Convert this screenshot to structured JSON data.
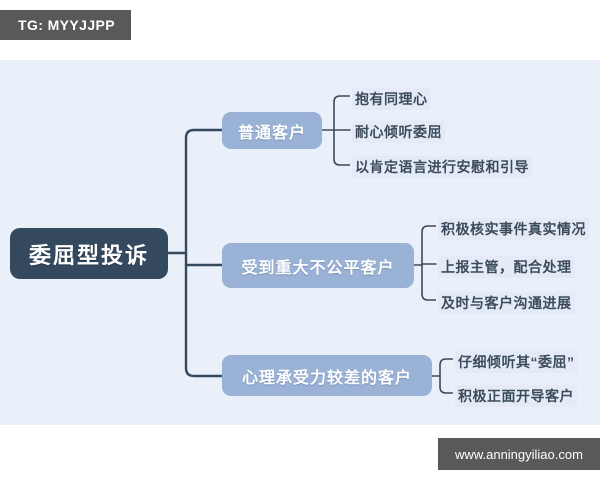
{
  "badge": {
    "label": "TG: MYYJJPP"
  },
  "watermark": {
    "label": "www.anningyiliao.com"
  },
  "colors": {
    "canvas_background": "#eaf0fa",
    "page_background": "#ffffff",
    "root_node": "#34495e",
    "branch_node": "#9ab2d6",
    "root_connector": "#34495e",
    "leaf_connector": "#3c4b5c",
    "leaf_text": "#3c4b5c",
    "node_text": "#ffffff",
    "badge_background": "#595959"
  },
  "mindmap": {
    "root": {
      "label": "委屈型投诉"
    },
    "branches": [
      {
        "label": "普通客户",
        "leaves": [
          "抱有同理心",
          "耐心倾听委屈",
          "以肯定语言进行安慰和引导"
        ]
      },
      {
        "label": "受到重大不公平客户",
        "leaves": [
          "积极核实事件真实情况",
          "上报主管，配合处理",
          "及时与客户沟通进展"
        ]
      },
      {
        "label": "心理承受力较差的客户",
        "leaves": [
          "仔细倾听其“委屈”",
          "积极正面开导客户"
        ]
      }
    ]
  }
}
